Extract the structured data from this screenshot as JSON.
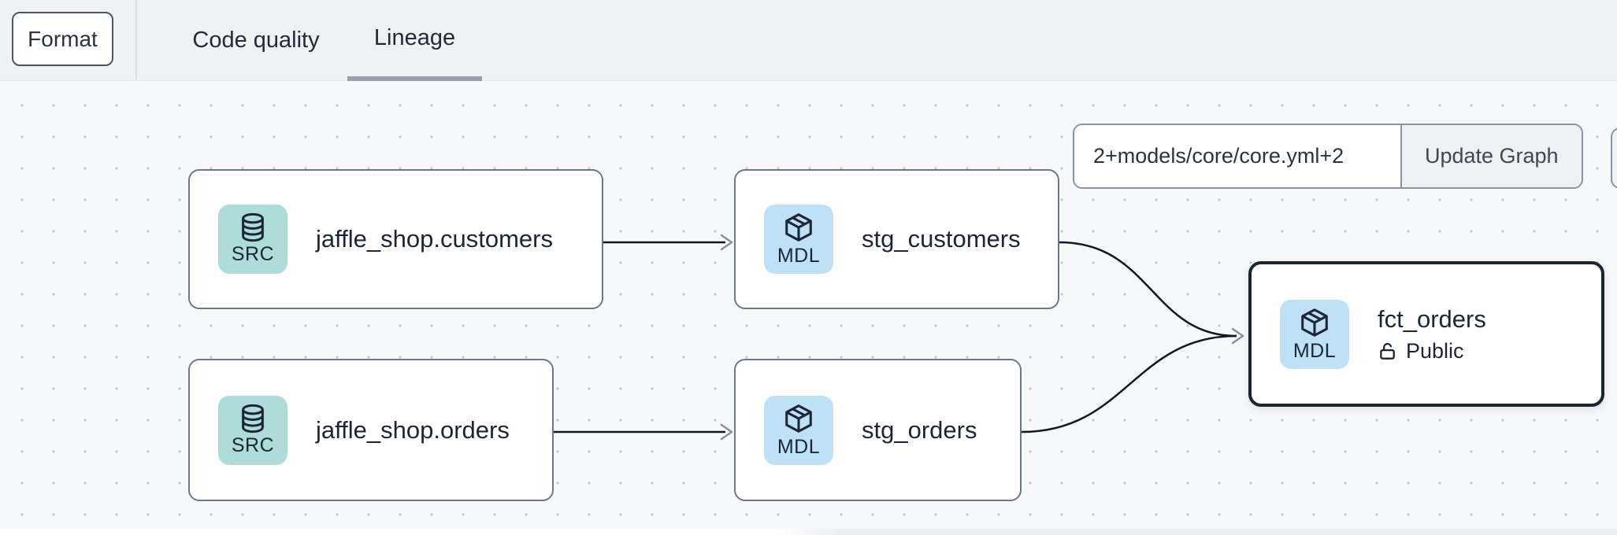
{
  "toolbar": {
    "format_label": "Format",
    "tabs": [
      {
        "label": "Code quality",
        "active": false
      },
      {
        "label": "Lineage",
        "active": true
      }
    ]
  },
  "graph_controls": {
    "selector_value": "2+models/core/core.yml+2",
    "update_button_label": "Update Graph"
  },
  "nodes": [
    {
      "id": "source-jaffle-shop-customers",
      "type": "source",
      "badge": "SRC",
      "label": "jaffle_shop.customers",
      "selected": false
    },
    {
      "id": "model-stg-customers",
      "type": "model",
      "badge": "MDL",
      "label": "stg_customers",
      "selected": false
    },
    {
      "id": "source-jaffle-shop-orders",
      "type": "source",
      "badge": "SRC",
      "label": "jaffle_shop.orders",
      "selected": false
    },
    {
      "id": "model-stg-orders",
      "type": "model",
      "badge": "MDL",
      "label": "stg_orders",
      "selected": false
    },
    {
      "id": "model-fct-orders",
      "type": "model",
      "badge": "MDL",
      "label": "fct_orders",
      "access": "Public",
      "selected": true
    }
  ],
  "edges": [
    {
      "from": "source-jaffle-shop-customers",
      "to": "model-stg-customers"
    },
    {
      "from": "source-jaffle-shop-orders",
      "to": "model-stg-orders"
    },
    {
      "from": "model-stg-customers",
      "to": "model-fct-orders"
    },
    {
      "from": "model-stg-orders",
      "to": "model-fct-orders"
    }
  ],
  "icons": {
    "source_badge": "database-cylinder",
    "model_badge": "cube",
    "access_public": "lock-open",
    "edge_arrow": "chevron-right"
  },
  "colors": {
    "canvas_bg": "#f7f8fa",
    "topbar_bg": "#f0f1f3",
    "dot": "#c7cad1",
    "node_bg": "#ffffff",
    "node_border": "#6f7887",
    "selected_border": "#1a2433",
    "src_badge_bg": "#aedcd8",
    "mdl_badge_bg": "#bfe1f8",
    "ink": "#1c2636",
    "edge": "#111827",
    "arrow": "#89919f",
    "tab_underline": "#99a1ab",
    "button_border": "#4d5565",
    "control_border": "#8a93a3",
    "control_bg": "#eef0f2"
  }
}
